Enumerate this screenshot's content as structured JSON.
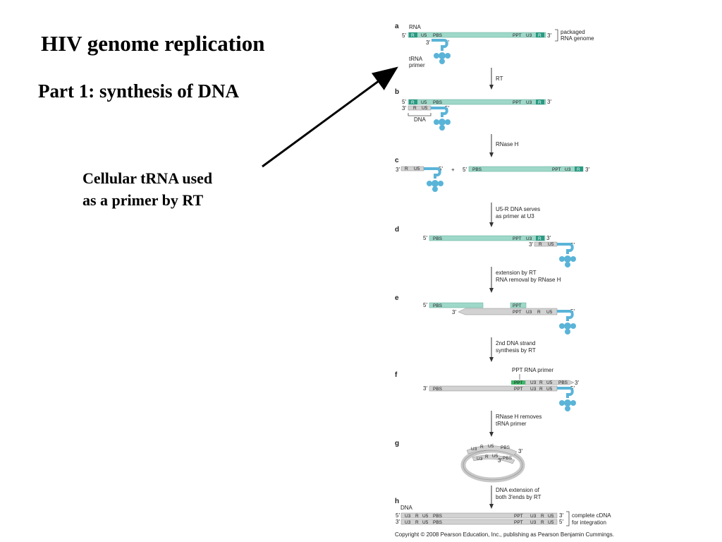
{
  "slide": {
    "title": "HIV genome replication",
    "subtitle": "Part 1: synthesis of DNA",
    "caption_lines": [
      "Cellular tRNA used",
      "as a primer by RT"
    ]
  },
  "figure": {
    "colors": {
      "rna": "#9ed8c8",
      "rna_dark": "#2a9a82",
      "dna": "#d2d2d2",
      "dna_dark": "#8c8c8c",
      "trna": "#5ab4d8",
      "ppt_primer": "#3fb86a"
    },
    "steps": [
      {
        "letter": "a",
        "labels": {
          "rna": "RNA",
          "five": "5′",
          "three": "3′",
          "packaged_1": "packaged",
          "packaged_2": "RNA genome",
          "trna_1": "tRNA",
          "trna_2": "primer",
          "t3": "3′",
          "t5": "5′"
        },
        "segments": [
          "R",
          "U5",
          "PBS",
          "PPT",
          "U3",
          "R"
        ]
      },
      {
        "letter": "b",
        "labels": {
          "five": "5′",
          "three": "3′",
          "dna3": "3′",
          "t5": "5′",
          "dna": "DNA"
        },
        "segments": [
          "R",
          "U5",
          "PBS",
          "PPT",
          "U3",
          "R",
          "R",
          "U5"
        ]
      },
      {
        "letter": "c",
        "labels": {
          "three": "3′",
          "five": "5′",
          "plus": "+",
          "r5": "5′",
          "r3": "3′"
        },
        "segments": [
          "R",
          "U5",
          "PBS",
          "PPT",
          "U3",
          "R"
        ]
      },
      {
        "letter": "d",
        "labels": {
          "five": "5′",
          "three": "3′",
          "dna3": "3′",
          "t5": "5′"
        },
        "segments": [
          "PBS",
          "PPT",
          "U3",
          "R",
          "R",
          "U5"
        ]
      },
      {
        "letter": "e",
        "labels": {
          "five": "5′",
          "three": "3′",
          "t5": "5′"
        },
        "segments": [
          "PBS",
          "PPT",
          "PPT",
          "U3",
          "R",
          "U5"
        ]
      },
      {
        "letter": "f",
        "labels": {
          "ppt_primer": "PPT RNA primer",
          "three_top": "3′",
          "three": "3′",
          "t5": "5′"
        },
        "segments": [
          "PPT",
          "U3",
          "R",
          "U5",
          "PBS",
          "PBS",
          "PPT",
          "U3",
          "R",
          "U5"
        ]
      },
      {
        "letter": "g",
        "labels": {
          "three_a": "3′",
          "three_b": "3′"
        },
        "segments": [
          "U3",
          "R",
          "U5",
          "PBS",
          "U3",
          "R",
          "U5",
          "PBS"
        ]
      },
      {
        "letter": "h",
        "labels": {
          "dna": "DNA",
          "five_top": "5′",
          "three_top": "3′",
          "three_bot": "3′",
          "five_bot": "5′",
          "complete_1": "complete cDNA",
          "complete_2": "for integration"
        },
        "segments": [
          "U3",
          "R",
          "U5",
          "PBS",
          "PPT",
          "U3",
          "R",
          "U5"
        ]
      }
    ],
    "transitions": [
      {
        "lines": [
          "RT"
        ]
      },
      {
        "lines": [
          "RNase H"
        ]
      },
      {
        "lines": [
          "U5-R DNA serves",
          "as primer at U3"
        ]
      },
      {
        "lines": [
          "extension by RT",
          "RNA removal by RNase H"
        ]
      },
      {
        "lines": [
          "2nd DNA strand",
          "synthesis by RT"
        ]
      },
      {
        "lines": [
          "RNase H removes",
          "tRNA primer"
        ]
      },
      {
        "lines": [
          "DNA extension of",
          "both 3′ends by RT"
        ]
      }
    ],
    "copyright": "Copyright © 2008 Pearson Education, Inc., publishing as Pearson Benjamin Cummings."
  }
}
